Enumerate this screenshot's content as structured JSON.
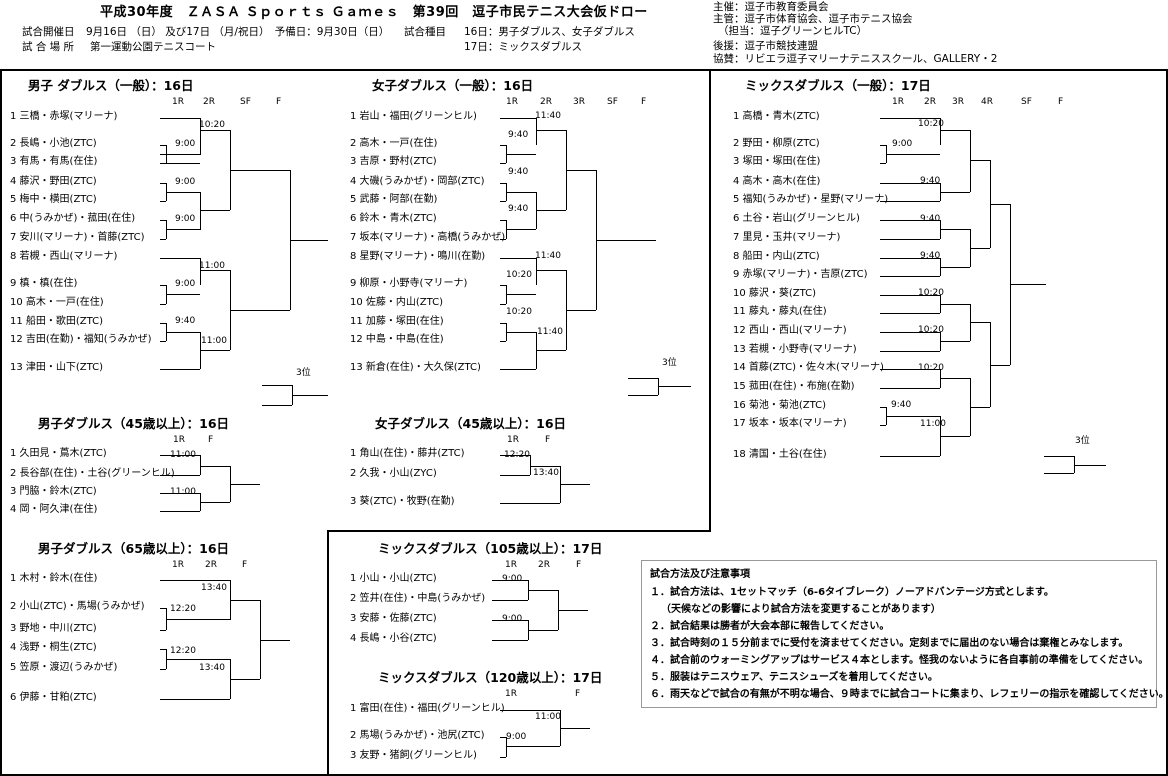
{
  "header": {
    "title": "平成30年度　ＺＡＳＡ Ｓｐｏｒｔｓ Ｇａｍｅｓ　第39回　逗子市民テニス大会仮ドロー",
    "dates_label": "試合開催日",
    "dates_value": "9月16日 （日） 及び17日 （月/祝日）　予備日：9月30日（日）",
    "events_label": "試合種目",
    "events_16": "16日：男子ダブルス、女子ダブルス",
    "events_17": "17日：ミックスダブルス",
    "venue_label": "試 合 場 所",
    "venue_value": "第一運動公園テニスコート",
    "org1": "主催：逗子市教育委員会",
    "org2": "主管：逗子市体育協会、逗子市テニス協会",
    "org3": "（担当：逗子グリーンヒルTC）",
    "org4": "後援：逗子市競技連盟",
    "org5": "協賛：リビエラ逗子マリーナテニススクール、GALLERY・2"
  },
  "brackets": [
    {
      "id": "md-open",
      "title": "男子 ダブルス（一般）：16日",
      "rounds": [
        "1R",
        "2R",
        "SF",
        "F"
      ],
      "entries": [
        "1 三橋・赤塚(マリーナ)",
        "2 長嶋・小池(ZTC)",
        "3 有馬・有馬(在住)",
        "4 藤沢・野田(ZTC)",
        "5 梅中・横田(ZTC)",
        "6 中(うみかぜ)・菰田(在住)",
        "7 安川(マリーナ)・首藤(ZTC)",
        "8 若槻・西山(マリーナ)",
        "9 槙・槙(在住)",
        "10 高木・一戸(在住)",
        "11 船田・歌田(ZTC)",
        "12 吉田(在勤)・福知(うみかぜ)",
        "13 津田・山下(ZTC)"
      ],
      "times": [
        "10:20",
        "9:00",
        "9:00",
        "9:00",
        "11:00",
        "9:00",
        "9:40",
        "11:00"
      ],
      "third": "3位"
    },
    {
      "id": "wd-open",
      "title": "女子ダブルス（一般）：16日",
      "rounds": [
        "1R",
        "2R",
        "3R",
        "SF",
        "F"
      ],
      "entries": [
        "1 岩山・福田(グリーンヒル)",
        "2 高木・一戸(在住)",
        "3 吉原・野村(ZTC)",
        "4 大磯(うみかぜ)・岡部(ZTC)",
        "5 武藤・阿部(在勤)",
        "6 鈴木・青木(ZTC)",
        "7 坂本(マリーナ)・高橋(うみかぜ)",
        "8 星野(マリーナ)・鳴川(在勤)",
        "9 柳原・小野寺(マリーナ)",
        "10 佐藤・内山(ZTC)",
        "11 加藤・塚田(在住)",
        "12 中島・中島(在住)",
        "13 新倉(在住)・大久保(ZTC)"
      ],
      "times": [
        "11:40",
        "9:40",
        "9:40",
        "9:40",
        "11:40",
        "10:20",
        "10:20",
        "11:40"
      ],
      "third": "3位"
    },
    {
      "id": "xd-open",
      "title": "ミックスダブルス（一般）：17日",
      "rounds": [
        "1R",
        "2R",
        "3R",
        "4R",
        "SF",
        "F"
      ],
      "entries": [
        "1 高橋・青木(ZTC)",
        "2 野田・柳原(ZTC)",
        "3 塚田・塚田(在住)",
        "4 高木・高木(在住)",
        "5 福知(うみかぜ)・星野(マリーナ)",
        "6 土谷・岩山(グリーンヒル)",
        "7 里見・玉井(マリーナ)",
        "8 船田・内山(ZTC)",
        "9 赤塚(マリーナ)・吉原(ZTC)",
        "10 藤沢・葵(ZTC)",
        "11 藤丸・藤丸(在住)",
        "12 西山・西山(マリーナ)",
        "13 若槻・小野寺(マリーナ)",
        "14 首藤(ZTC)・佐々木(マリーナ)",
        "15 菰田(在住)・布施(在勤)",
        "16 菊池・菊池(ZTC)",
        "17 坂本・坂本(マリーナ)",
        "18 清国・土谷(在住)"
      ],
      "times": [
        "10:20",
        "9:00",
        "9:40",
        "9:40",
        "9:40",
        "10:20",
        "10:20",
        "10:20",
        "9:40",
        "11:00"
      ],
      "third": "3位"
    },
    {
      "id": "md-45",
      "title": "男子ダブルス（45歳以上）：16日",
      "rounds": [
        "1R",
        "F"
      ],
      "entries": [
        "1 久田見・蔦木(ZTC)",
        "2 長谷部(在住)・土谷(グリーンヒル)",
        "3 門脇・鈴木(ZTC)",
        "4 岡・阿久津(在住)"
      ],
      "times": [
        "11:00",
        "11:00"
      ]
    },
    {
      "id": "wd-45",
      "title": "女子ダブルス（45歳以上）：16日",
      "rounds": [
        "1R",
        "F"
      ],
      "entries": [
        "1 角山(在住)・藤井(ZTC)",
        "2 久我・小山(ZYC)",
        "3 葵(ZTC)・牧野(在勤)"
      ],
      "times": [
        "12:20",
        "13:40"
      ]
    },
    {
      "id": "md-65",
      "title": "男子ダブルス（65歳以上）：16日",
      "rounds": [
        "1R",
        "2R",
        "F"
      ],
      "entries": [
        "1 木村・鈴木(在住)",
        "2 小山(ZTC)・馬場(うみかぜ)",
        "3 野地・中川(ZTC)",
        "4 浅野・桐生(ZTC)",
        "5 笠原・渡辺(うみかぜ)",
        "6 伊藤・甘粕(ZTC)"
      ],
      "times": [
        "13:40",
        "12:20",
        "12:20",
        "13:40"
      ]
    },
    {
      "id": "xd-105",
      "title": "ミックスダブルス（105歳以上）：17日",
      "rounds": [
        "1R",
        "2R",
        "F"
      ],
      "entries": [
        "1 小山・小山(ZTC)",
        "2 笠井(在住)・中島(うみかぜ)",
        "3 安藤・佐藤(ZTC)",
        "4 長嶋・小谷(ZTC)"
      ],
      "times": [
        "9:00",
        "9:00"
      ]
    },
    {
      "id": "xd-120",
      "title": "ミックスダブルス（120歳以上）：17日",
      "rounds": [
        "1R",
        "F"
      ],
      "entries": [
        "1 富田(在住)・福田(グリーンヒル)",
        "2 馬場(うみかぜ)・池尻(ZTC)",
        "3 友野・猪飼(グリーンヒル)"
      ],
      "times": [
        "11:00",
        "9:00"
      ]
    }
  ],
  "notes": {
    "title": "試合方法及び注意事項",
    "items": [
      "１．試合方法は、1セットマッチ（6-6タイブレーク）ノーアドバンテージ方式とします。",
      "　（天候などの影響により試合方法を変更することがあります）",
      "２．試合結果は勝者が大会本部に報告してください。",
      "３．試合時刻の１５分前までに受付を済ませてください。定刻までに届出のない場合は棄権とみなします。",
      "４．試合前のウォーミングアップはサービス４本とします。怪我のないように各自事前の準備をしてください。",
      "５．服装はテニスウェア、テニスシューズを着用してください。",
      "６．雨天などで試合の有無が不明な場合、９時までに試合コートに集まり、レフェリーの指示を確認してください。"
    ]
  }
}
